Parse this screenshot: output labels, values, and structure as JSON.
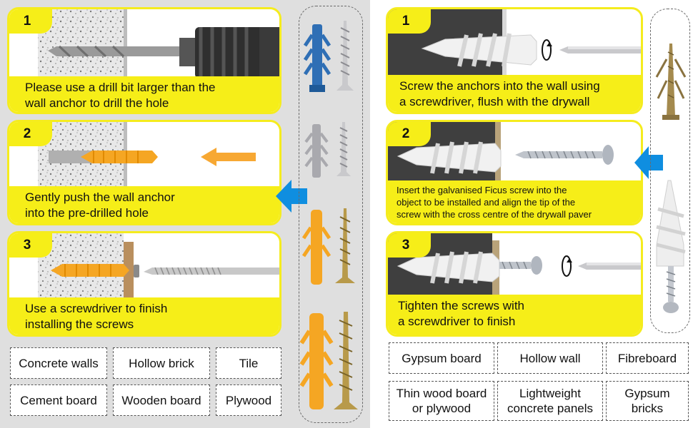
{
  "left": {
    "steps": [
      {
        "number": "1",
        "caption_line1": "Please use a drill bit larger than the",
        "caption_line2": "wall anchor to drill the hole"
      },
      {
        "number": "2",
        "caption_line1": "Gently push the wall anchor",
        "caption_line2": "into the pre-drilled hole"
      },
      {
        "number": "3",
        "caption_line1": "Use a screwdriver to finish",
        "caption_line2": "installing the screws"
      }
    ],
    "materials": [
      "Concrete walls",
      "Hollow brick",
      "Tile",
      "Cement board",
      "Wooden board",
      "Plywood"
    ]
  },
  "right": {
    "steps": [
      {
        "number": "1",
        "caption_line1": "Screw the anchors into the wall using",
        "caption_line2": "a screwdriver, flush with the drywall"
      },
      {
        "number": "2",
        "caption_line1": "Insert the galvanised Ficus screw into the",
        "caption_line2": "object to be installed and align the tip of the",
        "caption_line3": "screw with the cross centre of the drywall paver"
      },
      {
        "number": "3",
        "caption_line1": "Tighten the screws with",
        "caption_line2": "a screwdriver to finish"
      }
    ],
    "materials": [
      {
        "line1": "Gypsum board",
        "line2": ""
      },
      {
        "line1": "Hollow wall",
        "line2": ""
      },
      {
        "line1": "Fibreboard",
        "line2": ""
      },
      {
        "line1": "Thin wood board",
        "line2": "or plywood"
      },
      {
        "line1": "Lightweight",
        "line2": "concrete panels"
      },
      {
        "line1": "Gypsum",
        "line2": "bricks"
      }
    ]
  },
  "colors": {
    "caption_yellow": "#f6ee18",
    "anchor_orange": "#f5a623",
    "anchor_blue": "#2f6fb5",
    "anchor_grey": "#a9a9ae",
    "arrow_blue": "#0f8ee0",
    "drywall_dark": "#3f3f3f"
  },
  "icons": [
    "drill-icon",
    "wall-anchor-icon",
    "screw-icon",
    "push-arrow-icon",
    "rotate-icon",
    "drywall-anchor-icon",
    "flow-arrow-icon"
  ]
}
